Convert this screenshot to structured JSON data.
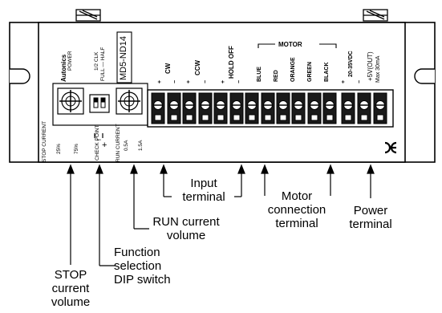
{
  "device": {
    "brand": "Autonics",
    "brand_sub": "POWER",
    "model": "MD5-ND14",
    "clk_label": "1/2 CLK",
    "clk_sub": "FULL — HALF",
    "motor_group": "MOTOR",
    "ce_mark": "CE"
  },
  "terminal_labels": {
    "cw": "CW",
    "ccw": "CCW",
    "hold_off": "HOLD OFF",
    "blue": "BLUE",
    "red": "RED",
    "orange": "ORANGE",
    "green": "GREEN",
    "black": "BLACK",
    "power_range": "20-35VDC",
    "out5v": "+5V(OUT)",
    "out5v_max": "Max 30mA",
    "plus": "+",
    "minus": "−"
  },
  "front_labels": {
    "stop_current": "STOP CURRENT",
    "stop_25": "25%",
    "stop_75": "75%",
    "check_point": "CHECK POINT",
    "check_minus": "−",
    "check_plus": "+",
    "run_current": "RUN CURRENT",
    "run_05": "0.5A",
    "run_15": "1.5A"
  },
  "callouts": {
    "input": [
      "Input",
      "terminal"
    ],
    "motor": [
      "Motor",
      "connection",
      "terminal"
    ],
    "power": [
      "Power",
      "terminal"
    ],
    "run": [
      "RUN current",
      "volume"
    ],
    "function": [
      "Function",
      "selection",
      "DIP switch"
    ],
    "stop": [
      "STOP",
      "current",
      "volume"
    ]
  },
  "colors": {
    "stroke": "#000000",
    "background": "#ffffff",
    "device_fill": "#ffffff",
    "terminal_fill": "#1a1a1a"
  }
}
